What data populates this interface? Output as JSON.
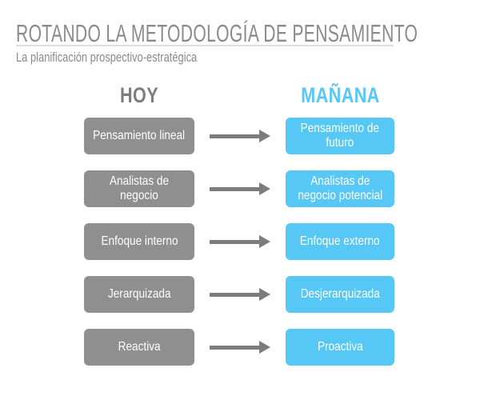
{
  "header": {
    "title": "ROTANDO LA METODOLOGÍA DE PENSAMIENTO",
    "subtitle": "La planificación prospectivo-estratégica"
  },
  "columns": {
    "today_label": "HOY",
    "tomorrow_label": "MAÑANA"
  },
  "rows": [
    {
      "today": "Pensamiento lineal",
      "tomorrow": "Pensamiento de\nfuturo"
    },
    {
      "today": "Analistas de negocio",
      "tomorrow": "Analistas de\nnegocio potencial"
    },
    {
      "today": "Enfoque interno",
      "tomorrow": "Enfoque externo"
    },
    {
      "today": "Jerarquizada",
      "tomorrow": "Desjerarquizada"
    },
    {
      "today": "Reactiva",
      "tomorrow": "Proactiva"
    }
  ],
  "colors": {
    "title_gray": "#8a8a8a",
    "today_header_gray": "#7d7d7d",
    "today_box_gray": "#8f8f8f",
    "tomorrow_blue": "#57c7f6",
    "arrow_gray": "#7c7c7c",
    "rule_gray": "#dcdcdc",
    "box_text": "#ffffff",
    "background": "#ffffff"
  }
}
